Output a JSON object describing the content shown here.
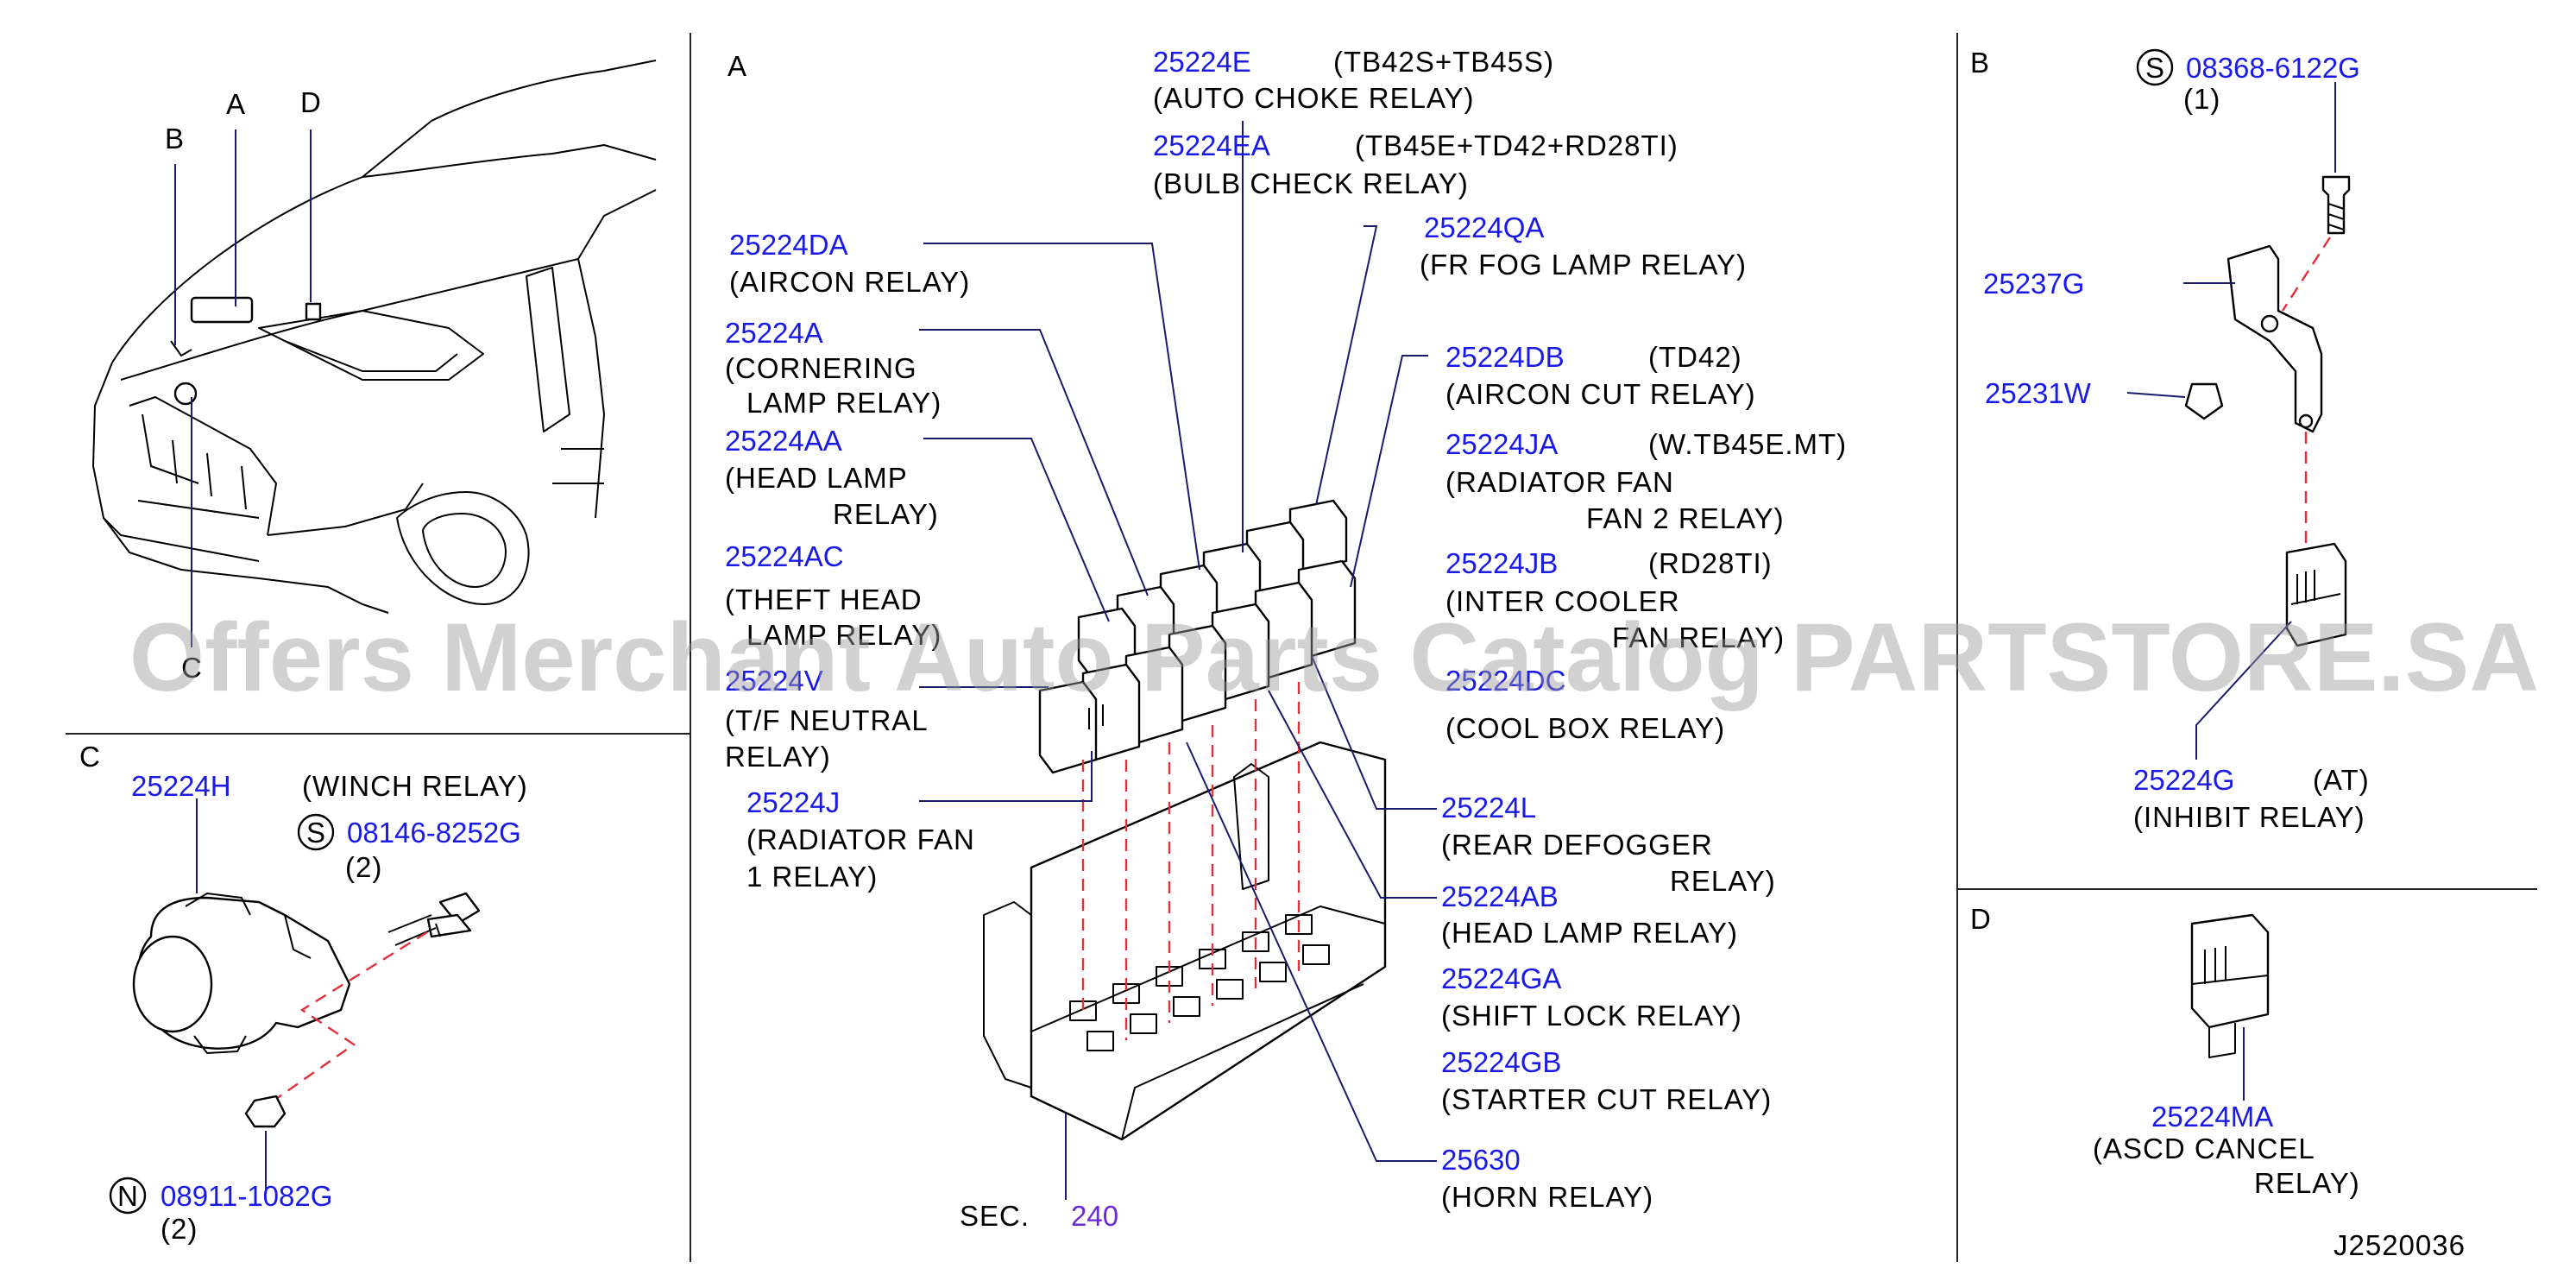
{
  "watermark": "Offers Merchant Auto Parts Catalog PARTSTORE.SA",
  "diagram_id": "J2520036",
  "overview": {
    "labels": {
      "a": "A",
      "b": "B",
      "c": "C",
      "d": "D"
    }
  },
  "section_a": {
    "title": "A",
    "sec_ref": {
      "prefix": "SEC.",
      "number": "240"
    },
    "callouts": [
      {
        "part": "25224E",
        "note": "(TB42S+TB45S)",
        "desc": [
          "(AUTO  CHOKE  RELAY)"
        ]
      },
      {
        "part": "25224EA",
        "note": "(TB45E+TD42+RD28TI)",
        "desc": [
          "(BULB  CHECK  RELAY)"
        ]
      },
      {
        "part": "25224QA",
        "note": "",
        "desc": [
          "(FR  FOG  LAMP  RELAY)"
        ]
      },
      {
        "part": "25224DA",
        "note": "",
        "desc": [
          "(AIRCON  RELAY)"
        ]
      },
      {
        "part": "25224A",
        "note": "",
        "desc": [
          "(CORNERING",
          "LAMP  RELAY)"
        ]
      },
      {
        "part": "25224AA",
        "note": "",
        "desc": [
          "(HEAD  LAMP",
          "RELAY)"
        ]
      },
      {
        "part": "25224AC",
        "note": "",
        "desc": [
          "(THEFT  HEAD",
          "LAMP  RELAY)"
        ]
      },
      {
        "part": "25224V",
        "note": "",
        "desc": [
          "(T/F  NEUTRAL",
          "RELAY)"
        ]
      },
      {
        "part": "25224J",
        "note": "",
        "desc": [
          "(RADIATOR  FAN",
          "1  RELAY)"
        ]
      },
      {
        "part": "25224DB",
        "note": "(TD42)",
        "desc": [
          "(AIRCON  CUT  RELAY)"
        ]
      },
      {
        "part": "25224JA",
        "note": "(W.TB45E.MT)",
        "desc": [
          "(RADIATOR  FAN",
          "FAN  2  RELAY)"
        ]
      },
      {
        "part": "25224JB",
        "note": "(RD28TI)",
        "desc": [
          "(INTER  COOLER",
          "FAN  RELAY)"
        ]
      },
      {
        "part": "25224DC",
        "note": "",
        "desc": [
          "(COOL  BOX  RELAY)"
        ]
      },
      {
        "part": "25224L",
        "note": "",
        "desc": [
          "(REAR  DEFOGGER",
          "RELAY)"
        ]
      },
      {
        "part": "25224AB",
        "note": "",
        "desc": [
          "(HEAD  LAMP  RELAY)"
        ]
      },
      {
        "part": "25224GA",
        "note": "",
        "desc": [
          "(SHIFT  LOCK  RELAY)"
        ]
      },
      {
        "part": "25224GB",
        "note": "",
        "desc": [
          "(STARTER  CUT  RELAY)"
        ]
      },
      {
        "part": "25630",
        "note": "",
        "desc": [
          "(HORN  RELAY)"
        ]
      }
    ]
  },
  "section_b": {
    "title": "B",
    "bolt": {
      "symbol": "S",
      "part": "08368-6122G",
      "qty": "(1)"
    },
    "bracket": {
      "part": "25237G"
    },
    "clip": {
      "part": "25231W"
    },
    "relay": {
      "part": "25224G",
      "note": "(AT)",
      "desc": "(INHIBIT  RELAY)"
    }
  },
  "section_c": {
    "title": "C",
    "relay": {
      "part": "25224H",
      "desc": "(WINCH  RELAY)"
    },
    "bolt": {
      "symbol": "S",
      "part": "08146-8252G",
      "qty": "(2)"
    },
    "nut": {
      "symbol": "N",
      "part": "08911-1082G",
      "qty": "(2)"
    }
  },
  "section_d": {
    "title": "D",
    "relay": {
      "part": "25224MA",
      "desc": [
        "(ASCD  CANCEL",
        "RELAY)"
      ]
    }
  }
}
